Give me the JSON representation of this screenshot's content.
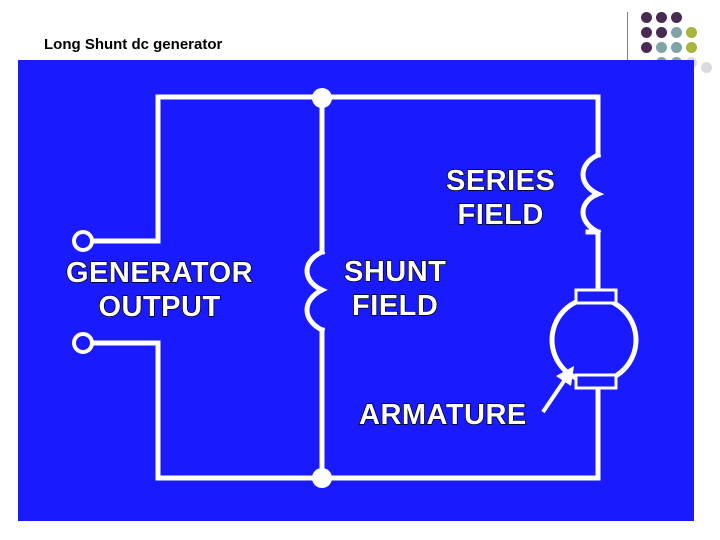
{
  "slide": {
    "title": "Long Shunt dc generator"
  },
  "diagram": {
    "labels": {
      "series_field_line1": "SERIES",
      "series_field_line2": "FIELD",
      "generator_output_line1": "GENERATOR",
      "generator_output_line2": "OUTPUT",
      "shunt_field_line1": "SHUNT",
      "shunt_field_line2": "FIELD",
      "armature": "ARMATURE"
    }
  },
  "colors": {
    "panel_background": "#1a1aff",
    "wire": "#ffffff",
    "dot_purple": "#4a2a52",
    "dot_teal": "#7fa3a6",
    "dot_olive": "#a8b43a",
    "dot_lightgray": "#d9d9e0"
  }
}
